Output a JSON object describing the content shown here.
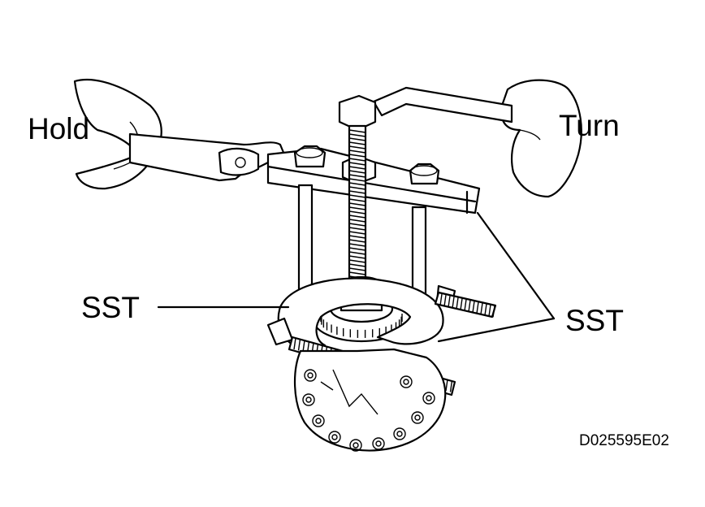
{
  "labels": {
    "hold": "Hold",
    "turn": "Turn",
    "sst_left": "SST",
    "sst_right": "SST",
    "figure_code": "D025595E02"
  },
  "colors": {
    "ink": "#000000",
    "background": "#ffffff"
  }
}
